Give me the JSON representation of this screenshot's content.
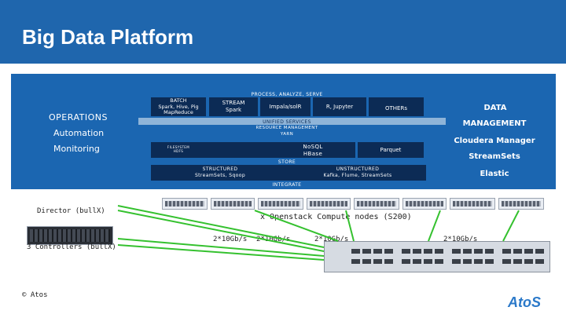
{
  "title": "Big Data Platform",
  "left_labels": {
    "operations": "OPERATIONS",
    "automation": "Automation",
    "monitoring": "Monitoring"
  },
  "process_label": "PROCESS, ANALYZE, SERVE",
  "boxes": {
    "batch": "BATCH\nSpark, Hive, Pig\nMapReduce",
    "stream": "STREAM\nSpark",
    "impala": "Impala/solR",
    "r_jupyter": "R, Jupyter",
    "others": "OTHERs",
    "unified": "UNIFIED SERVICES",
    "resource": "RESOURCE MANAGEMENT\nYARN",
    "fs": "FILESYSTEM\nHDFS",
    "nosql": "NoSQL\nHBase",
    "parquet": "Parquet",
    "structured": "STRUCTURED\nStreamSets, Sqoop",
    "unstructured": "UNSTRUCTURED\nKafka, Flume, StreamSets"
  },
  "store_label": "STORE",
  "integrate_label": "INTEGRATE",
  "right_labels": {
    "data": "DATA",
    "management": "MANAGEMENT",
    "cloudera": "Cloudera Manager",
    "streamsets": "StreamSets",
    "elastic": "Elastic"
  },
  "director": "Director (bullX)",
  "controllers": "3 Controllers (bullX)",
  "compute": "x Openstack Compute nodes (S200)",
  "links": [
    "2*10Gb/s",
    "2*10Gb/s",
    "2*10Gb/s",
    "2*10Gb/s"
  ],
  "footer": "© Atos",
  "logo": "AtoS",
  "colors": {
    "header": "#1f66ad",
    "panel": "#1b66b1",
    "box": "#0c2b55",
    "link": "#35c12f"
  }
}
